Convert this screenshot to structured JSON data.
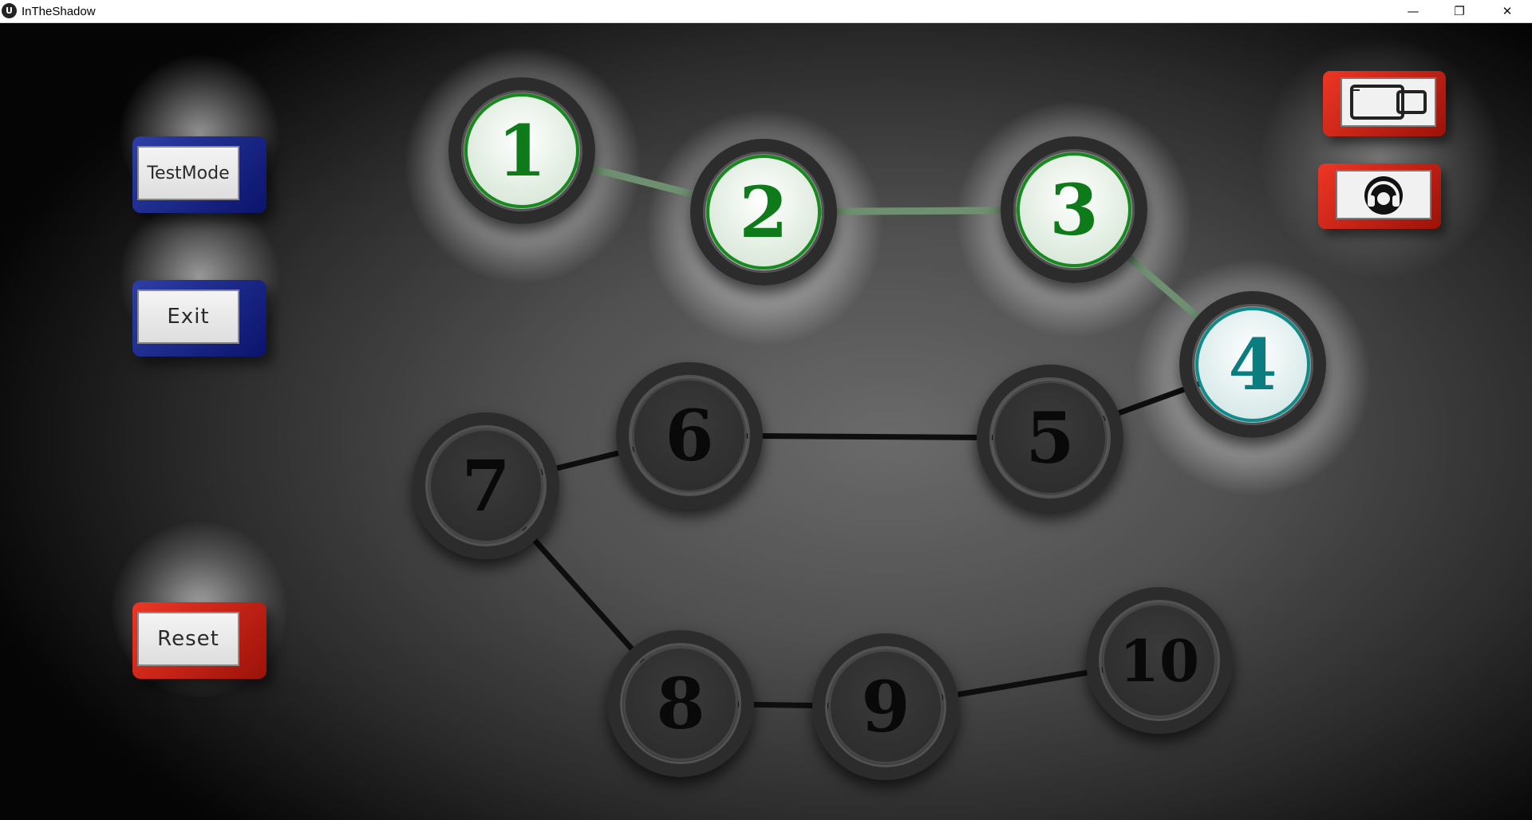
{
  "window": {
    "title": "InTheShadow",
    "app_icon_glyph": "U",
    "minimize_glyph": "—",
    "restore_glyph": "❐",
    "close_glyph": "✕"
  },
  "menu": {
    "testmode_label": "TestMode",
    "exit_label": "Exit",
    "reset_label": "Reset"
  },
  "icons": {
    "screen_toggle": "display-mode-icon",
    "audio_toggle": "headphones-icon"
  },
  "colors": {
    "completed_level": "#168a1e",
    "current_level": "#108b8b",
    "locked_level": "#2c2c2c",
    "menu_blue": "#1a2a90",
    "menu_red": "#d42a1c"
  },
  "levels": [
    {
      "label": "1",
      "state": "completed"
    },
    {
      "label": "2",
      "state": "completed"
    },
    {
      "label": "3",
      "state": "completed"
    },
    {
      "label": "4",
      "state": "current"
    },
    {
      "label": "5",
      "state": "locked"
    },
    {
      "label": "6",
      "state": "locked"
    },
    {
      "label": "7",
      "state": "locked"
    },
    {
      "label": "8",
      "state": "locked"
    },
    {
      "label": "9",
      "state": "locked"
    },
    {
      "label": "10",
      "state": "locked"
    }
  ]
}
